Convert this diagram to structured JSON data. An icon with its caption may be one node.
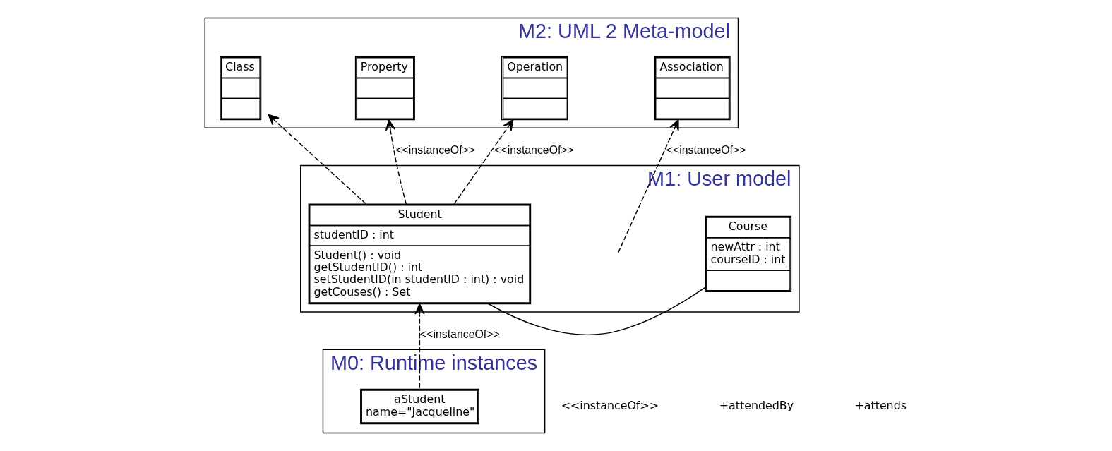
{
  "diagram": {
    "nodes": [
      {
        "text": [
          "M2: UML 2 Meta-model"
        ]
      },
      {
        "text": [
          "Class"
        ],
        "in": 0
      },
      {
        "text": [
          "Property"
        ],
        "in": 0
      },
      {
        "text": [
          "Operation"
        ],
        "in": 0
      },
      {
        "text": [
          "Association"
        ],
        "in": 0
      },
      {
        "text": [
          "M1: User model"
        ]
      },
      {
        "text": [
          "Student",
          "studentID : int",
          "Student() : void",
          "getStudentID() : int",
          "setStudentID(in studentID : int) : void",
          "getCouses() : Set"
        ],
        "in": 5
      },
      {
        "text": [
          "Course",
          "newAttr : int",
          "courseID : int"
        ],
        "in": 5
      },
      {
        "text": [
          "M0: Runtime instances"
        ]
      },
      {
        "text": [
          "aStudent",
          "name=\"Jacqueline\""
        ],
        "in": 8
      }
    ],
    "edges": [
      {
        "from": 6,
        "to": 1,
        "arrow": "to",
        "style": "dashed"
      },
      {
        "from": 6,
        "to": 2,
        "arrow": "to",
        "style": "dashed",
        "label": "<<instanceOf>>"
      },
      {
        "from": 6,
        "to": 3,
        "arrow": "to",
        "style": "dashed",
        "label": "<<instanceOf>>"
      },
      {
        "from": null,
        "to": 4,
        "arrow": "to",
        "style": "dashed",
        "label": "<<instanceOf>>"
      },
      {
        "from": 6,
        "to": 7,
        "arrow": "none"
      },
      {
        "from": 9,
        "to": 6,
        "arrow": "to",
        "style": "dashed",
        "label": "<<instanceOf>>"
      }
    ],
    "labels": [
      "<<instanceOf>>",
      "+attendedBy",
      "+attends"
    ]
  }
}
